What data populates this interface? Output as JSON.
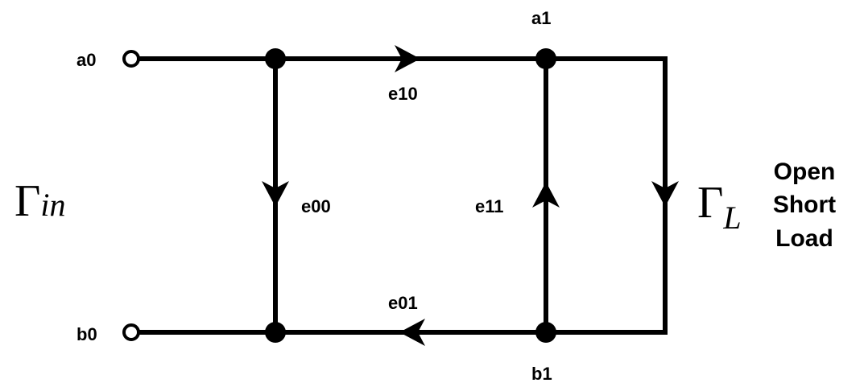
{
  "diagram": {
    "nodes": {
      "a0": "a0",
      "b0": "b0",
      "a1": "a1",
      "b1": "b1"
    },
    "branches": {
      "e10": "e10",
      "e00": "e00",
      "e11": "e11",
      "e01": "e01"
    },
    "gamma_in": {
      "symbol": "Γ",
      "subscript": "in"
    },
    "gamma_L": {
      "symbol": "Γ",
      "subscript": "L"
    },
    "load_options": [
      "Open",
      "Short",
      "Load"
    ],
    "colors": {
      "line": "#000000",
      "background": "#ffffff"
    }
  }
}
